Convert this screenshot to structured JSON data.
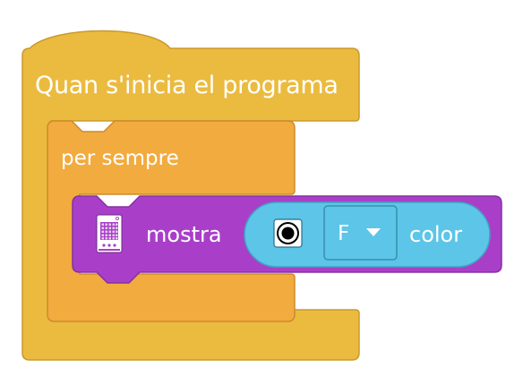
{
  "blocks": {
    "hat": {
      "label": "Quan s'inicia el programa",
      "color": "#EBBB3F",
      "border": "#C99A2C"
    },
    "forever": {
      "label": "per sempre",
      "color": "#F2AB3E",
      "border": "#CE8A2A"
    },
    "show": {
      "label": "mostra",
      "color": "#A93FC9",
      "border": "#8530A2",
      "icon": "microbit-board-icon"
    },
    "color_reporter": {
      "label": "color",
      "color": "#5CC5E8",
      "border": "#3FA3C4",
      "dropdown_value": "F",
      "dropdown_icon": "caret-down-icon",
      "toggle_icon": "radio-toggle-icon"
    }
  }
}
